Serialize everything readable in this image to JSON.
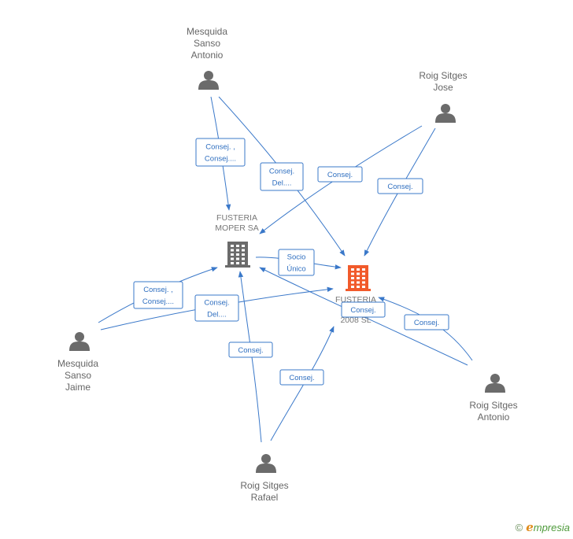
{
  "persons": [
    {
      "id": "mesquida-sanso-antonio",
      "lines": [
        "Mesquida",
        "Sanso",
        "Antonio"
      ]
    },
    {
      "id": "roig-sitges-jose",
      "lines": [
        "Roig Sitges",
        "Jose"
      ]
    },
    {
      "id": "mesquida-sanso-jaime",
      "lines": [
        "Mesquida",
        "Sanso",
        "Jaime"
      ]
    },
    {
      "id": "roig-sitges-antonio",
      "lines": [
        "Roig Sitges",
        "Antonio"
      ]
    },
    {
      "id": "roig-sitges-rafael",
      "lines": [
        "Roig Sitges",
        "Rafael"
      ]
    }
  ],
  "companies": [
    {
      "id": "fusteria-moper",
      "lines": [
        "FUSTERIA",
        "MOPER SA"
      ],
      "color": "#6b6b6b"
    },
    {
      "id": "fusteria-2008",
      "lines": [
        "FUSTERIA",
        "M...",
        "2008 SL"
      ],
      "color": "#f15a2b"
    }
  ],
  "edges": [
    {
      "id": "e1",
      "lines": [
        "Consej. ,",
        "Consej...."
      ]
    },
    {
      "id": "e2",
      "lines": [
        "Consej.",
        "Del...."
      ]
    },
    {
      "id": "e3",
      "lines": [
        "Consej."
      ]
    },
    {
      "id": "e4",
      "lines": [
        "Consej."
      ]
    },
    {
      "id": "e5",
      "lines": [
        "Socio",
        "Único"
      ]
    },
    {
      "id": "e6",
      "lines": [
        "Consej. ,",
        "Consej...."
      ]
    },
    {
      "id": "e7",
      "lines": [
        "Consej.",
        "Del...."
      ]
    },
    {
      "id": "e8",
      "lines": [
        "Consej."
      ]
    },
    {
      "id": "e9",
      "lines": [
        "Consej."
      ]
    },
    {
      "id": "e10",
      "lines": [
        "Consej."
      ]
    },
    {
      "id": "e11",
      "lines": [
        "Consej."
      ]
    }
  ],
  "colors": {
    "edge": "#3a78c9",
    "person": "#6b6b6b"
  },
  "footer": {
    "copyright": "©",
    "brand_initial": "e",
    "brand_rest": "mpresia"
  }
}
